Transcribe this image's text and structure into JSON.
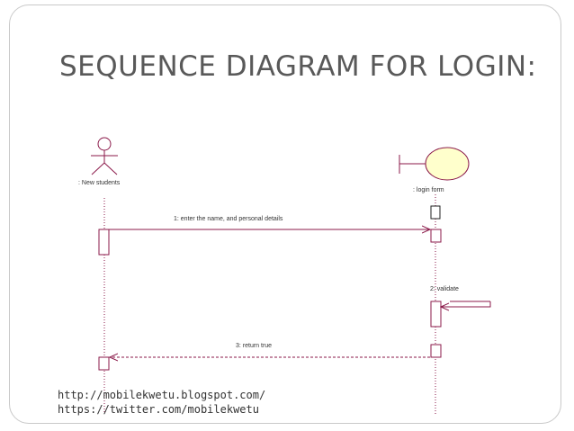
{
  "title": "SEQUENCE DIAGRAM FOR LOGIN:",
  "diagram": {
    "actor_label": ": New students",
    "boundary_label": ": login form",
    "messages": [
      {
        "label": "1: enter the name,  and personal  details"
      },
      {
        "label": "2: validate"
      },
      {
        "label": "3: return true"
      }
    ]
  },
  "footer": {
    "link1": "http://mobilekwetu.blogspot.com/",
    "link2": "https://twitter.com/mobilekwetu"
  },
  "colors": {
    "diagram_line": "#8b1a4a",
    "boundary_fill": "#ffffcc",
    "title": "#595959"
  }
}
